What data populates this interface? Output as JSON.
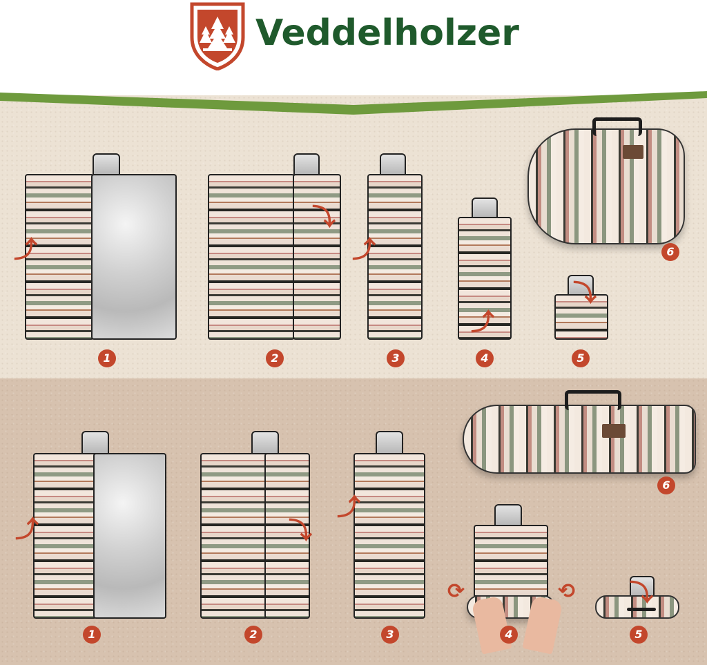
{
  "brand": {
    "name": "Veddelholzer",
    "logo_icon": "forest-shield-icon"
  },
  "colors": {
    "brand_green": "#1f5a2c",
    "accent_red": "#c3472c",
    "band_green": "#6e9a3d"
  },
  "top_row": {
    "steps": [
      "1",
      "2",
      "3",
      "4",
      "5",
      "6"
    ]
  },
  "bottom_row": {
    "steps": [
      "1",
      "2",
      "3",
      "4",
      "5",
      "6"
    ]
  }
}
